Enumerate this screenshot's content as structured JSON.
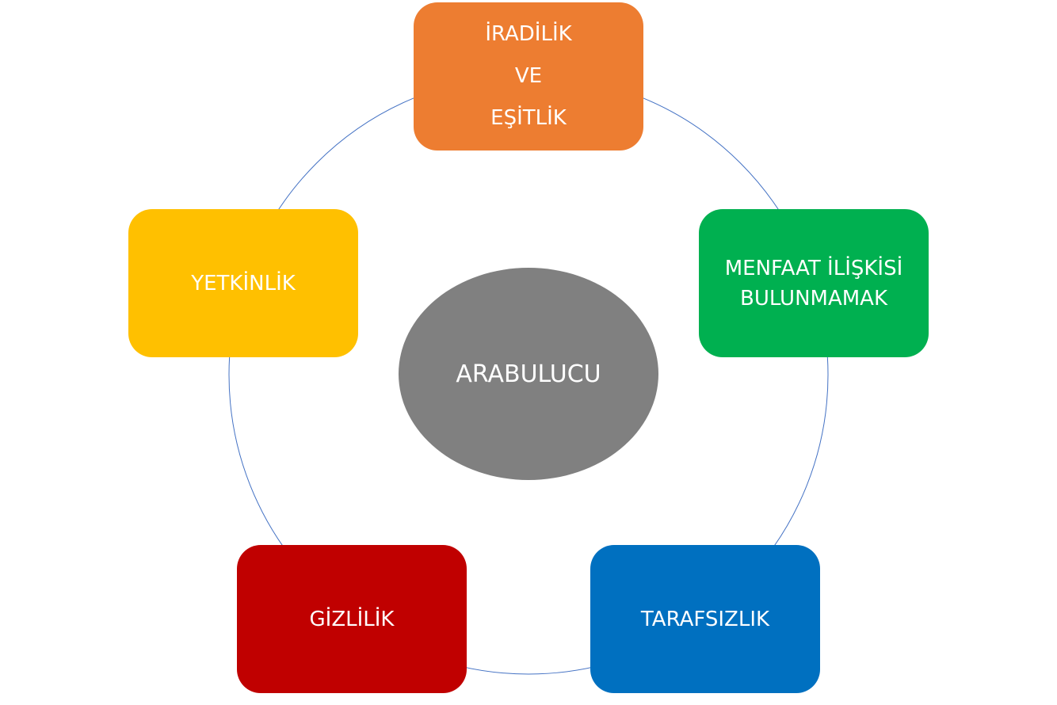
{
  "center": {
    "label": "ARABULUCU",
    "color": "#808080"
  },
  "nodes": [
    {
      "lines": [
        "İRADİLİK",
        "VE",
        "EŞİTLİK"
      ],
      "color": "#ED7D31"
    },
    {
      "lines": [
        "MENFAAT İLİŞKİSİ",
        "BULUNMAMAK"
      ],
      "color": "#00B050"
    },
    {
      "lines": [
        "TARAFSIZLIK"
      ],
      "color": "#0070C0"
    },
    {
      "lines": [
        "GİZLİLİK"
      ],
      "color": "#C00000"
    },
    {
      "lines": [
        "YETKİNLİK"
      ],
      "color": "#FFC000"
    }
  ],
  "connector_color": "#4472C4"
}
